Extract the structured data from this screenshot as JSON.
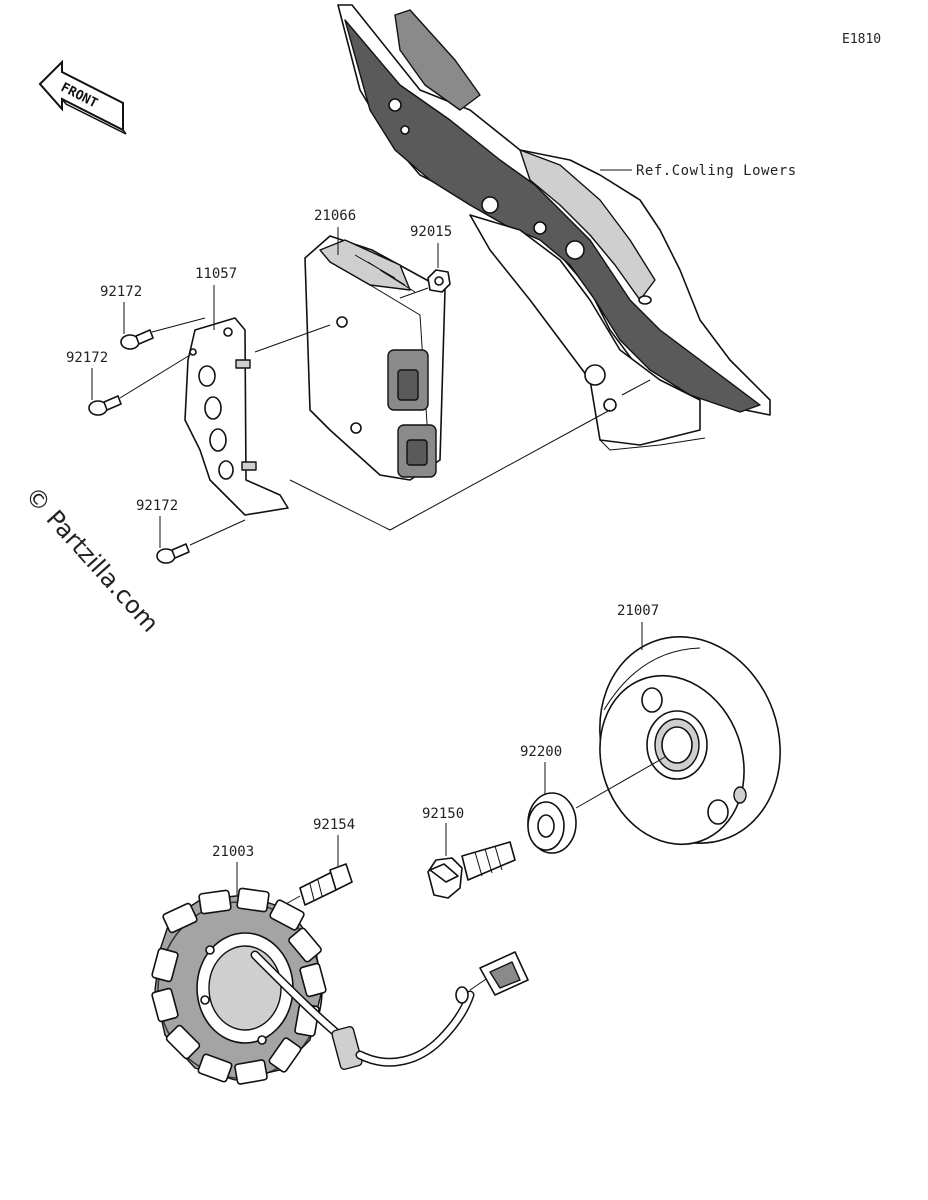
{
  "diagram_code": "E1810",
  "front_label": "FRONT",
  "watermark": "© Partzilla.com",
  "reference_note": "Ref.Cowling Lowers",
  "parts": {
    "p21066": "21066",
    "p92015": "92015",
    "p11057": "11057",
    "p92172_a": "92172",
    "p92172_b": "92172",
    "p92172_c": "92172",
    "p21007": "21007",
    "p92200": "92200",
    "p92150": "92150",
    "p92154": "92154",
    "p21003": "21003"
  }
}
